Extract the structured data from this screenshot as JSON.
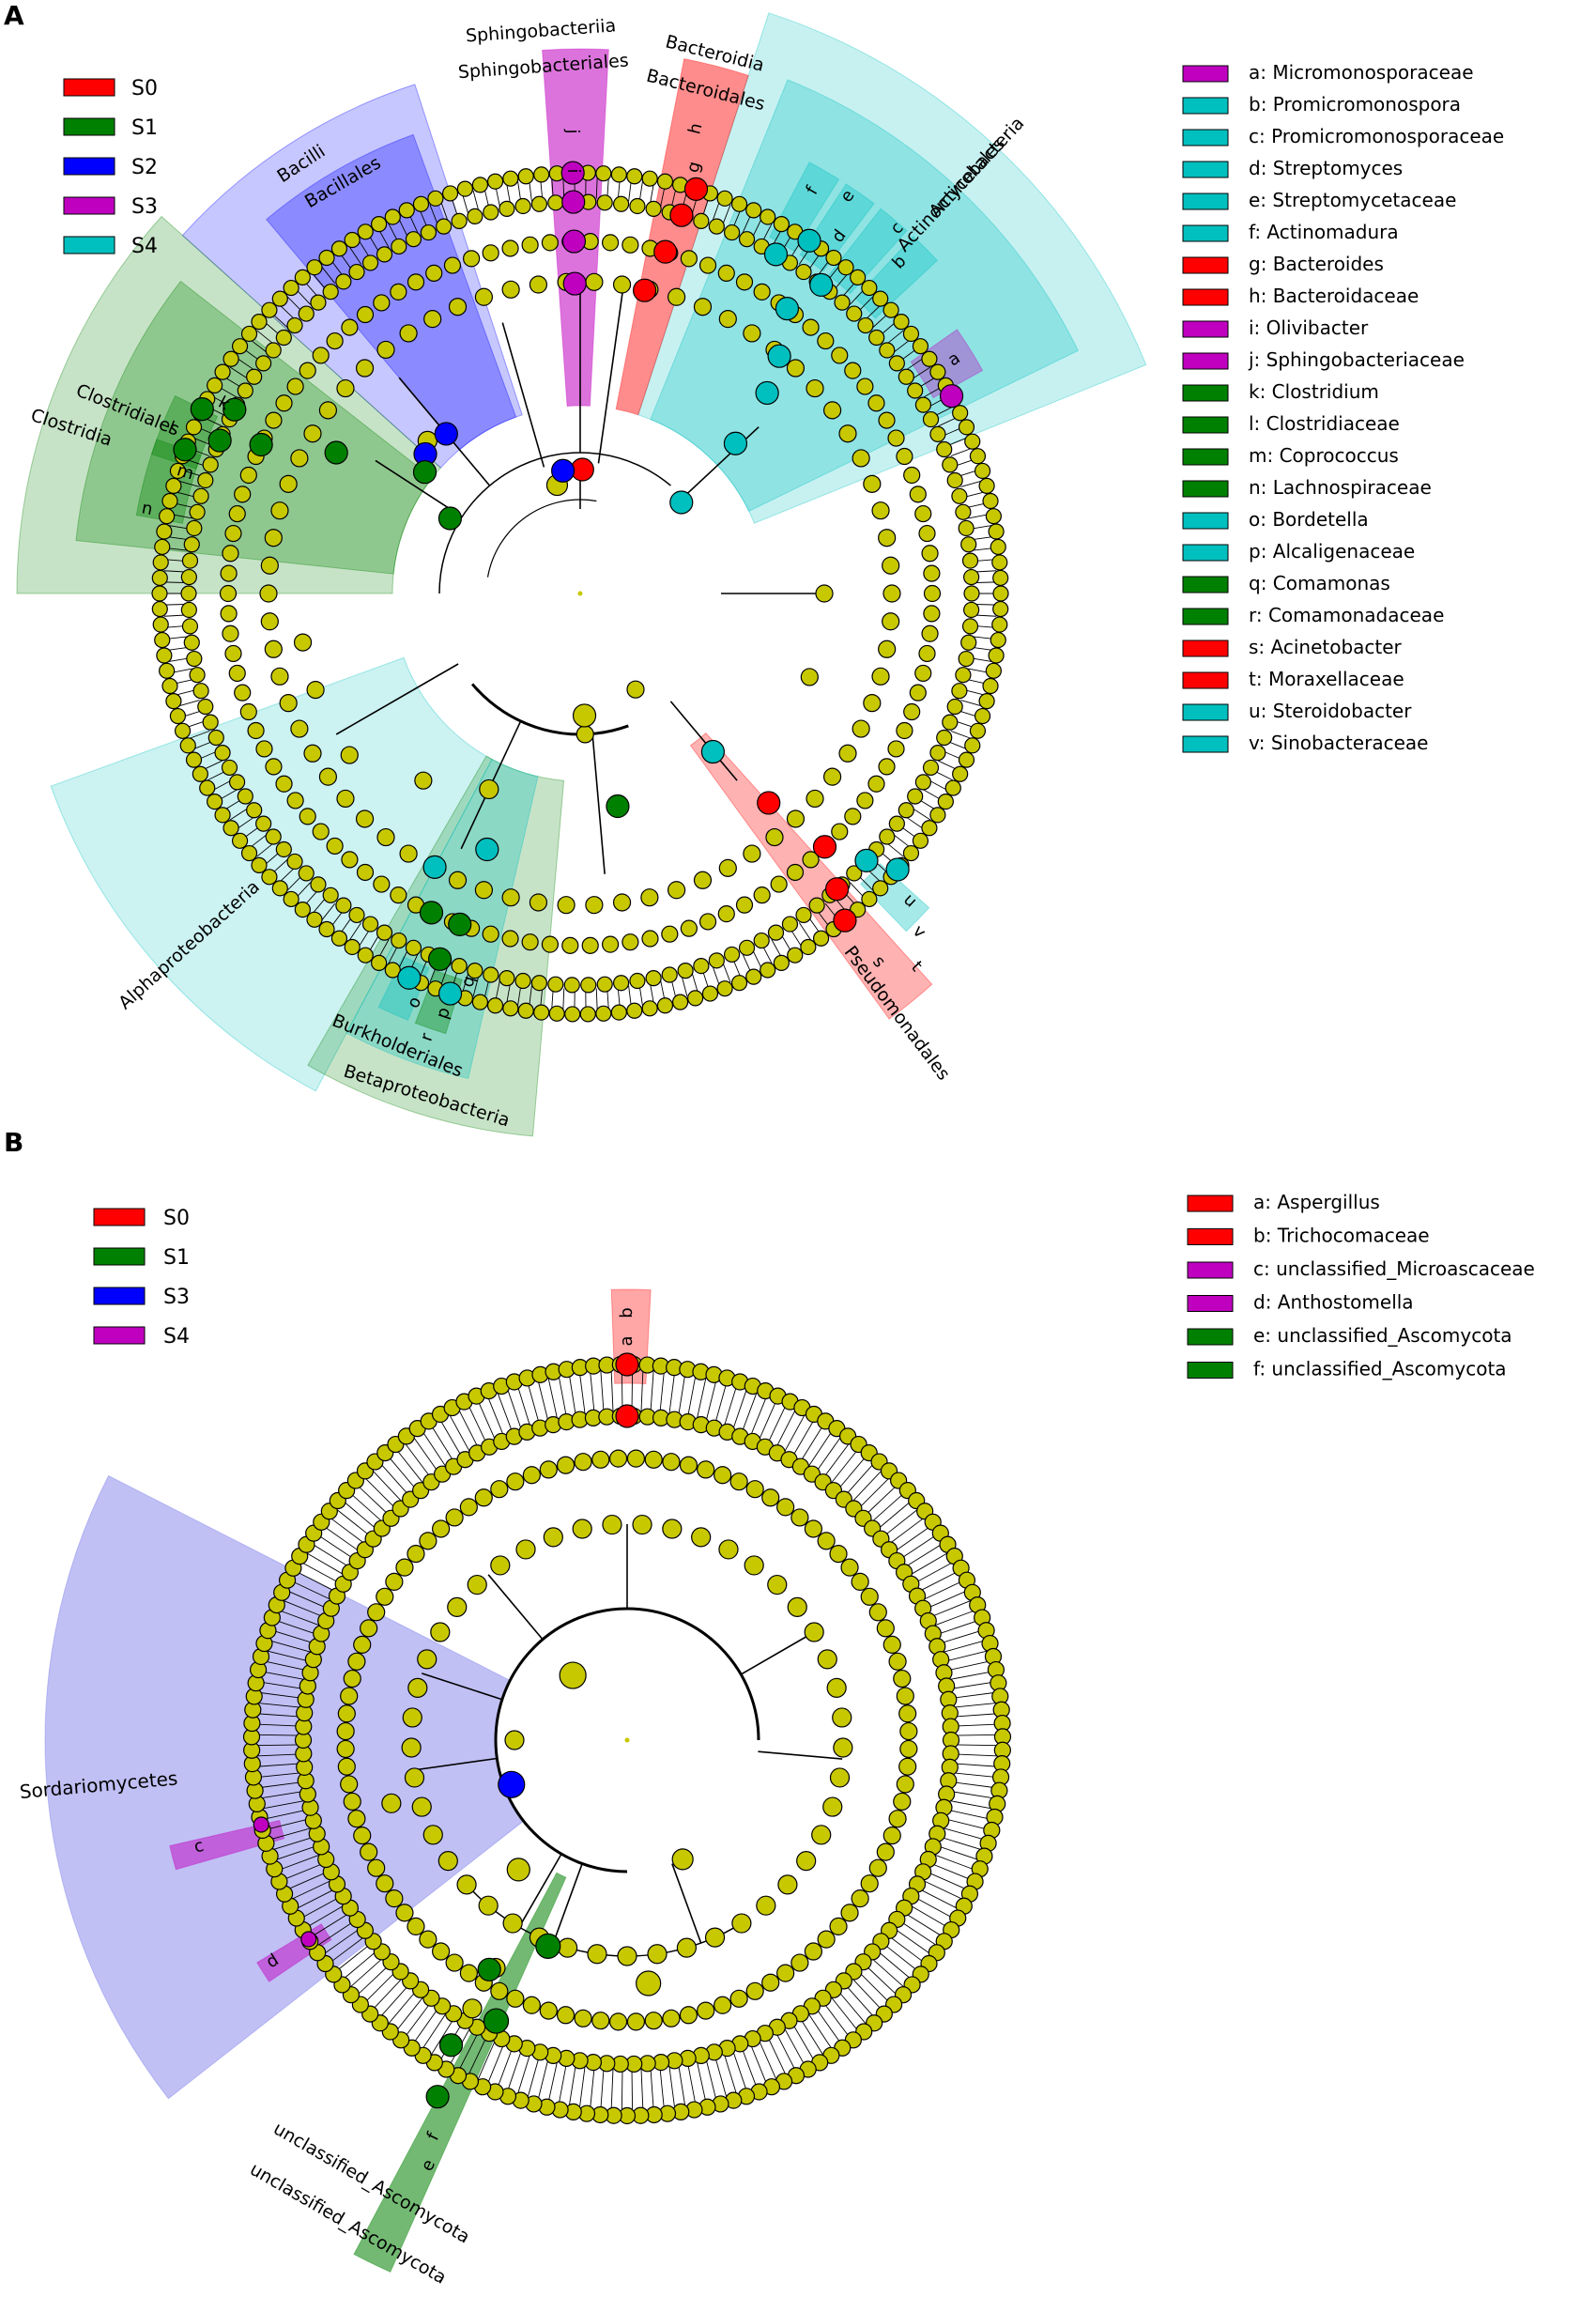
{
  "panels": [
    {
      "label": "A",
      "legend_groups": [
        {
          "name": "S0",
          "color": "#ff0000"
        },
        {
          "name": "S1",
          "color": "#008000"
        },
        {
          "name": "S2",
          "color": "#0000ff"
        },
        {
          "name": "S3",
          "color": "#bf00bf"
        },
        {
          "name": "S4",
          "color": "#00bfbf"
        }
      ],
      "legend_taxa": [
        {
          "text": "a: Micromonosporaceae",
          "color": "#bf00bf"
        },
        {
          "text": "b: Promicromonospora",
          "color": "#00bfbf"
        },
        {
          "text": "c: Promicromonosporaceae",
          "color": "#00bfbf"
        },
        {
          "text": "d: Streptomyces",
          "color": "#00bfbf"
        },
        {
          "text": "e: Streptomycetaceae",
          "color": "#00bfbf"
        },
        {
          "text": "f: Actinomadura",
          "color": "#00bfbf"
        },
        {
          "text": "g: Bacteroides",
          "color": "#ff0000"
        },
        {
          "text": "h: Bacteroidaceae",
          "color": "#ff0000"
        },
        {
          "text": "i: Olivibacter",
          "color": "#bf00bf"
        },
        {
          "text": "j: Sphingobacteriaceae",
          "color": "#bf00bf"
        },
        {
          "text": "k: Clostridium",
          "color": "#008000"
        },
        {
          "text": "l: Clostridiaceae",
          "color": "#008000"
        },
        {
          "text": "m: Coprococcus",
          "color": "#008000"
        },
        {
          "text": "n: Lachnospiraceae",
          "color": "#008000"
        },
        {
          "text": "o: Bordetella",
          "color": "#00bfbf"
        },
        {
          "text": "p: Alcaligenaceae",
          "color": "#00bfbf"
        },
        {
          "text": "q: Comamonas",
          "color": "#008000"
        },
        {
          "text": "r: Comamonadaceae",
          "color": "#008000"
        },
        {
          "text": "s: Acinetobacter",
          "color": "#ff0000"
        },
        {
          "text": "t: Moraxellaceae",
          "color": "#ff0000"
        },
        {
          "text": "u: Steroidobacter",
          "color": "#00bfbf"
        },
        {
          "text": "v: Sinobacteraceae",
          "color": "#00bfbf"
        }
      ],
      "clade_labels": [
        "Sphingobacteriia",
        "Sphingobacteriales",
        "Bacteroidia",
        "Bacteroidales",
        "Actinobacteria",
        "Actinomycetales",
        "Bacilli",
        "Bacillales",
        "Clostridia",
        "Clostridiales",
        "Alphaproteobacteria",
        "Betaproteobacteria",
        "Burkholderiales",
        "Pseudomonadales"
      ],
      "sector_letters": [
        "j",
        "i",
        "h",
        "g",
        "f",
        "e",
        "d",
        "c",
        "b",
        "a",
        "l",
        "k",
        "n",
        "m",
        "o",
        "p",
        "q",
        "r",
        "s",
        "t",
        "u",
        "v"
      ]
    },
    {
      "label": "B",
      "legend_groups": [
        {
          "name": "S0",
          "color": "#ff0000"
        },
        {
          "name": "S1",
          "color": "#008000"
        },
        {
          "name": "S3",
          "color": "#0000ff"
        },
        {
          "name": "S4",
          "color": "#bf00bf"
        }
      ],
      "legend_taxa": [
        {
          "text": "a: Aspergillus",
          "color": "#ff0000"
        },
        {
          "text": "b: Trichocomaceae",
          "color": "#ff0000"
        },
        {
          "text": "c: unclassified_Microascaceae",
          "color": "#bf00bf"
        },
        {
          "text": "d: Anthostomella",
          "color": "#bf00bf"
        },
        {
          "text": "e: unclassified_Ascomycota",
          "color": "#008000"
        },
        {
          "text": "f: unclassified_Ascomycota",
          "color": "#008000"
        }
      ],
      "clade_labels": [
        "Sordariomycetes",
        "unclassified_Ascomycota",
        "unclassified_Ascomycota"
      ],
      "sector_letters": [
        "b",
        "a",
        "c",
        "d",
        "e",
        "f"
      ]
    }
  ]
}
